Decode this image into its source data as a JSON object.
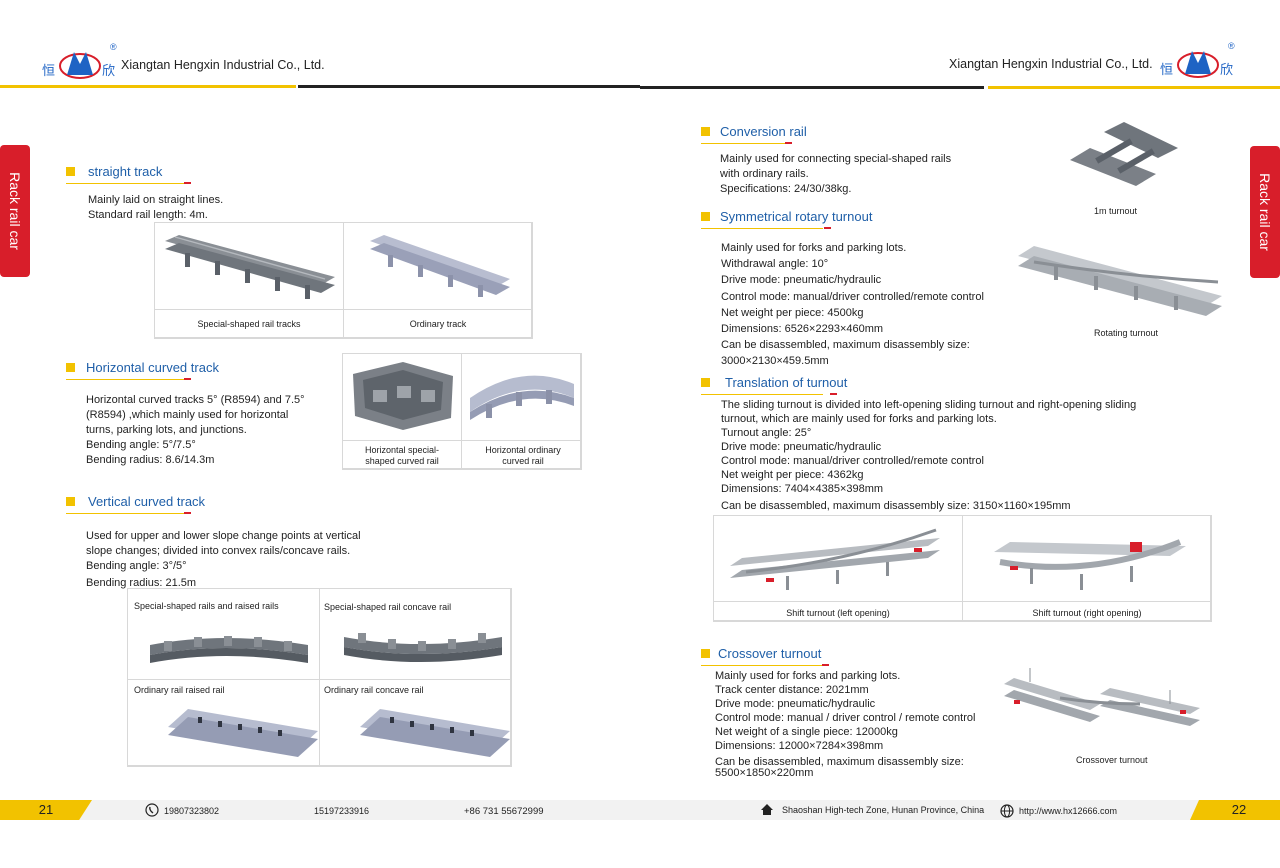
{
  "header": {
    "company_left": "Xiangtan Hengxin Industrial Co., Ltd.",
    "company_right": "Xiangtan Hengxin Industrial Co., Ltd.",
    "logo_glyph_a": "恒",
    "logo_glyph_b": "欣",
    "registered": "®"
  },
  "side_tab": {
    "label": "Rack rail car"
  },
  "left_page": {
    "straight": {
      "title": "straight track",
      "lines": [
        "Mainly laid on straight lines.",
        "Standard rail length: 4m."
      ],
      "captions": [
        "Special-shaped rail tracks",
        "Ordinary track"
      ]
    },
    "horizontal": {
      "title": "Horizontal curved track",
      "lines": [
        "Horizontal curved tracks 5° (R8594) and 7.5°",
        " (R8594) ,which mainly used for horizontal",
        "turns, parking lots, and junctions.",
        "Bending angle: 5°/7.5°",
        "Bending radius: 8.6/14.3m"
      ],
      "captions": [
        "Horizontal special-shaped curved rail",
        "Horizontal ordinary curved rail"
      ]
    },
    "vertical": {
      "title": "Vertical curved track",
      "lines": [
        "Used for upper and lower slope change points at vertical",
        "slope changes; divided into convex rails/concave rails.",
        "Bending angle: 3°/5°",
        "Bending radius: 21.5m"
      ],
      "captions": [
        "Special-shaped rails and raised rails",
        "Special-shaped rail concave rail",
        "Ordinary rail raised rail",
        "Ordinary rail concave rail"
      ]
    }
  },
  "right_page": {
    "conversion": {
      "title": "Conversion rail",
      "lines": [
        "Mainly used for connecting special-shaped rails",
        " with ordinary rails.",
        "Specifications: 24/30/38kg."
      ],
      "caption": "1m turnout"
    },
    "symmetrical": {
      "title": "Symmetrical rotary turnout",
      "lines": [
        "Mainly used for forks and parking lots.",
        "Withdrawal angle: 10°",
        "Drive mode: pneumatic/hydraulic",
        "Control mode: manual/driver controlled/remote control",
        "Net weight per piece: 4500kg",
        "Dimensions: 6526×2293×460mm",
        "Can be disassembled, maximum disassembly size:",
        "3000×2130×459.5mm"
      ],
      "caption": "Rotating turnout"
    },
    "translation": {
      "title": "Translation of turnout",
      "lines": [
        "The sliding turnout is divided into left-opening sliding turnout and right-opening sliding",
        "turnout, which are mainly used for forks and parking lots.",
        "Turnout angle: 25°",
        "Drive mode: pneumatic/hydraulic",
        "Control mode: manual/driver controlled/remote control",
        "Net weight per piece: 4362kg",
        "Dimensions: 7404×4385×398mm",
        "Can be disassembled, maximum disassembly size: 3150×1160×195mm"
      ],
      "captions": [
        "Shift turnout (left opening)",
        "Shift turnout (right opening)"
      ]
    },
    "crossover": {
      "title": "Crossover turnout",
      "lines": [
        "Mainly used for forks and parking lots.",
        "Track center distance: 2021mm",
        "Drive mode: pneumatic/hydraulic",
        "Control mode: manual / driver control / remote control",
        "Net weight of a single piece: 12000kg",
        "Dimensions: 12000×7284×398mm",
        "Can be disassembled, maximum disassembly size:",
        "5500×1850×220mm"
      ],
      "caption": "Crossover turnout"
    }
  },
  "footer": {
    "page_left": "21",
    "page_right": "22",
    "phone1": "19807323802",
    "phone2": "15197233916",
    "phone3": "+86 731 55672999",
    "address": "Shaoshan High-tech Zone, Hunan Province, China",
    "website": "http://www.hx12666.com"
  },
  "colors": {
    "accent_yellow": "#f2c200",
    "brand_red": "#d81e2a",
    "title_blue": "#1f5fa8",
    "logo_blue": "#1e63c4"
  },
  "icons": [
    "logo-icon",
    "phone-icon",
    "home-icon",
    "globe-icon"
  ]
}
